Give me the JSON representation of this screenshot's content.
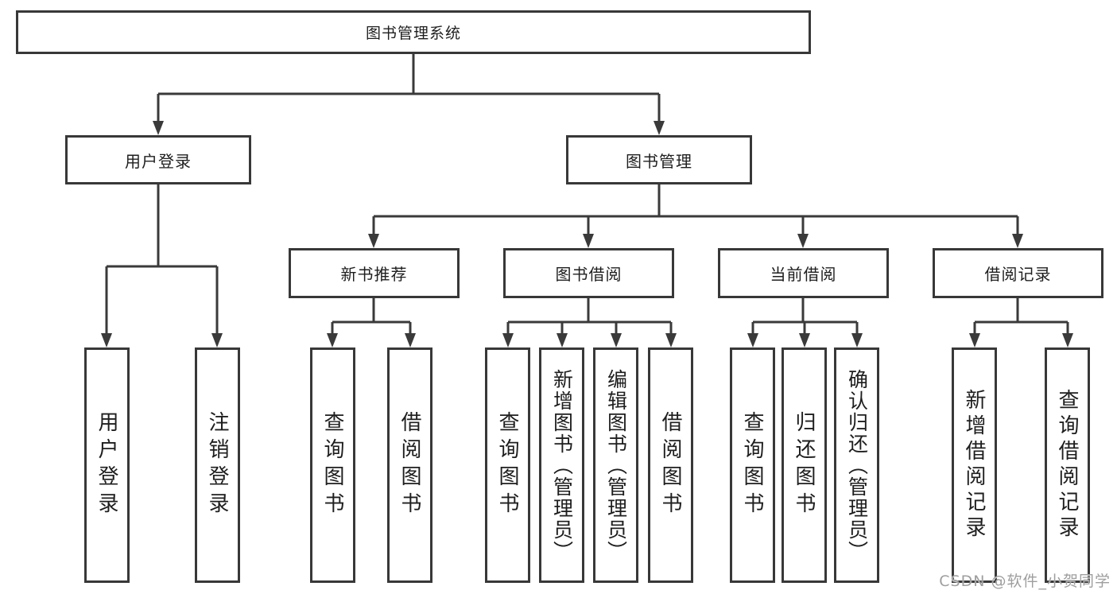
{
  "tree": {
    "root": "图书管理系统",
    "branches": [
      {
        "label": "用户登录",
        "leaves": [
          "用户登录",
          "注销登录"
        ]
      },
      {
        "label": "图书管理",
        "sections": [
          {
            "label": "新书推荐",
            "leaves": [
              "查询图书",
              "借阅图书"
            ]
          },
          {
            "label": "图书借阅",
            "leaves": [
              "查询图书",
              "新增图书（管理员）",
              "编辑图书（管理员）",
              "借阅图书"
            ]
          },
          {
            "label": "当前借阅",
            "leaves": [
              "查询图书",
              "归还图书",
              "确认归还（管理员）"
            ]
          },
          {
            "label": "借阅记录",
            "leaves": [
              "新增借阅记录",
              "查询借阅记录"
            ]
          }
        ]
      }
    ]
  },
  "watermark": "CSDN @软件_小贺同学",
  "colors": {
    "line": "#3a3a3a",
    "box_border": "#383838",
    "text": "#1e1e1e",
    "watermark": "#9e9e9e",
    "background": "#ffffff"
  }
}
